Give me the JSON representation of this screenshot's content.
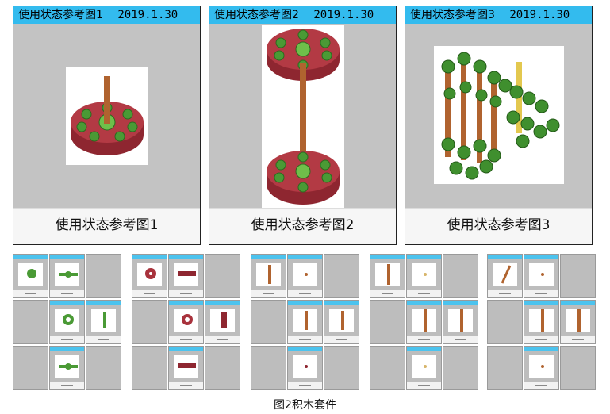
{
  "panels": [
    {
      "title": "使用状态参考图1",
      "date": "2019.1.30",
      "caption": "使用状态参考图1"
    },
    {
      "title": "使用状态参考图2",
      "date": "2019.1.30",
      "caption": "使用状态参考图2"
    },
    {
      "title": "使用状态参考图3",
      "date": "2019.1.30",
      "caption": "使用状态参考图3"
    }
  ],
  "figure_caption": "图2积木套件",
  "colors": {
    "title_bar": "#33bbee",
    "panel_bg": "#c3c3c3",
    "disc_red": "#a8323c",
    "rod_brown": "#b0632f",
    "ball_green": "#3f8f2e",
    "rod_yellow": "#e3c84f"
  }
}
